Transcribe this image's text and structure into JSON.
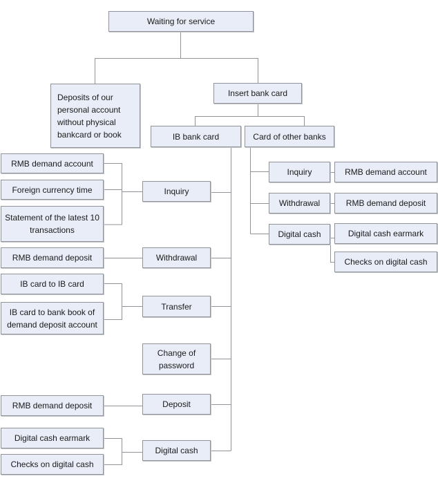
{
  "colors": {
    "box_fill": "#e8edf7",
    "box_border": "#8f9398",
    "connector": "#8f9398"
  },
  "nodes": {
    "waiting": "Waiting for service",
    "deposits_no_card": "Deposits of our personal account without physical bankcard or book",
    "insert_card": "Insert bank card",
    "ib_card": "IB bank card",
    "other_banks": "Card of other banks",
    "ib_inquiry": "Inquiry",
    "ib_withdrawal": "Withdrawal",
    "ib_transfer": "Transfer",
    "ib_change_password": "Change of password",
    "ib_deposit": "Deposit",
    "ib_digital_cash": "Digital cash",
    "inq_rmb_demand_account": "RMB demand account",
    "inq_foreign_currency_time": "Foreign currency time",
    "inq_statement": "Statement of the latest 10 transactions",
    "wd_rmb_demand_deposit": "RMB demand deposit",
    "tr_ib_to_ib": "IB card to IB card",
    "tr_ib_to_book": "IB card to bank book of demand deposit account",
    "dep_rmb_demand_deposit": "RMB demand deposit",
    "dc_earmark": "Digital cash earmark",
    "dc_checks": "Checks on digital cash",
    "ob_inquiry": "Inquiry",
    "ob_withdrawal": "Withdrawal",
    "ob_digital_cash": "Digital cash",
    "ob_inq_rmb_demand_account": "RMB demand account",
    "ob_wd_rmb_demand_deposit": "RMB demand deposit",
    "ob_dc_earmark": "Digital cash earmark",
    "ob_dc_checks": "Checks on digital cash"
  }
}
